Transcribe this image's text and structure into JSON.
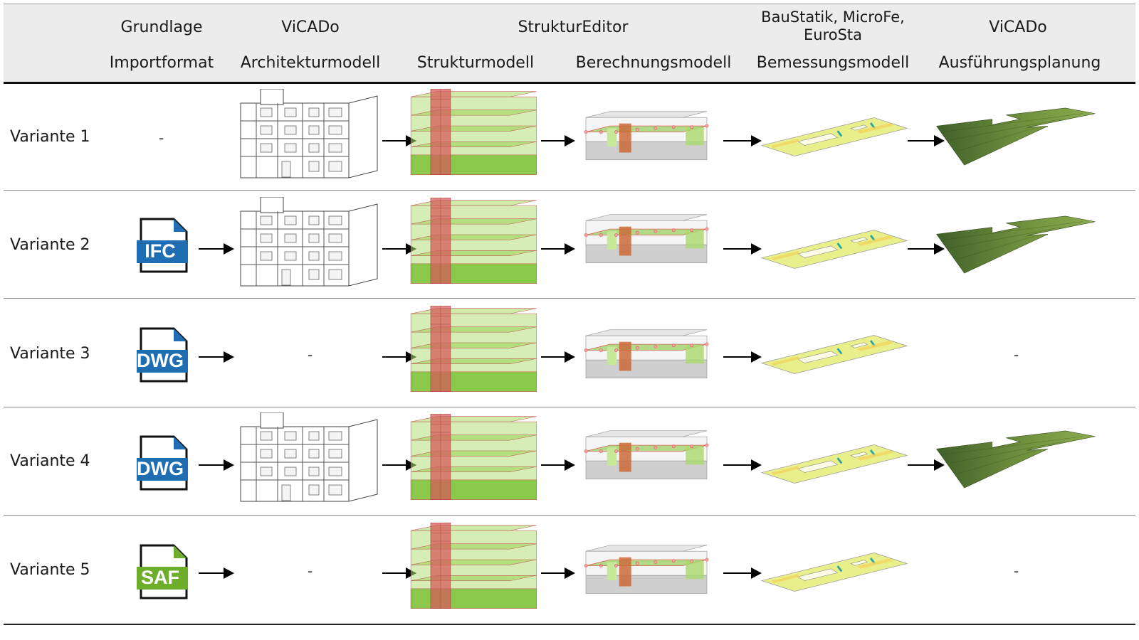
{
  "header": {
    "columns": [
      {
        "tool": "Grundlage",
        "model": "Importformat"
      },
      {
        "tool": "ViCADo",
        "model": "Architekturmodell"
      },
      {
        "tool": "StrukturEditor",
        "model": "Strukturmodell"
      },
      {
        "tool": "",
        "model": "Berechnungsmodell"
      },
      {
        "tool": "BauStatik, MicroFe, EuroSta",
        "model": "Bemessungsmodell"
      },
      {
        "tool": "ViCADo",
        "model": "Ausführungsplanung"
      }
    ]
  },
  "rows": [
    {
      "label": "Variante 1",
      "format": "-",
      "architektur": true,
      "ausfuehrung": true
    },
    {
      "label": "Variante 2",
      "format": "IFC",
      "architektur": true,
      "ausfuehrung": true
    },
    {
      "label": "Variante 3",
      "format": "DWG",
      "architektur": false,
      "architektur_placeholder": "-",
      "ausfuehrung": false,
      "ausfuehrung_placeholder": "-"
    },
    {
      "label": "Variante 4",
      "format": "DWG",
      "architektur": true,
      "ausfuehrung": true
    },
    {
      "label": "Variante 5",
      "format": "SAF",
      "architektur": false,
      "architektur_placeholder": "-",
      "ausfuehrung": false,
      "ausfuehrung_placeholder": "-"
    }
  ],
  "colors": {
    "ifc": "#1f6db3",
    "dwg": "#1f6db3",
    "saf": "#6fae2c",
    "struct_green": "#8fd14a",
    "struct_red": "#d95d5d",
    "design_yellow": "#e9ef8a",
    "plan_green": "#5d7a32"
  },
  "icons": {
    "format_file": "document-icon",
    "architecture": "building-wireframe-icon",
    "structure": "structural-model-icon",
    "analysis": "analysis-model-icon",
    "design": "design-slab-icon",
    "detailing": "reinforcement-plan-icon"
  }
}
